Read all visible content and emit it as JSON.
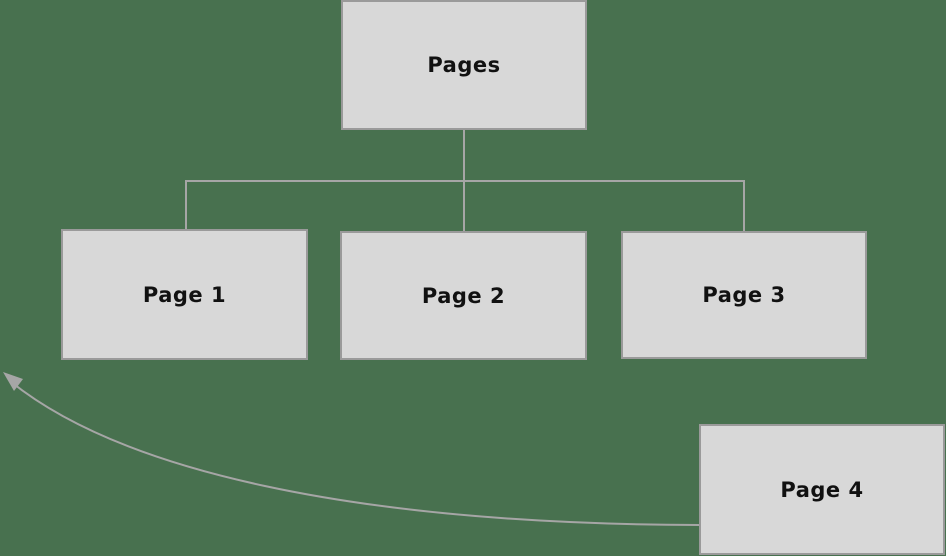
{
  "diagram": {
    "type": "hierarchy",
    "root": {
      "label": "Pages"
    },
    "children": [
      {
        "label": "Page 1"
      },
      {
        "label": "Page 2"
      },
      {
        "label": "Page 3"
      }
    ],
    "floating": {
      "label": "Page 4"
    },
    "edges": [
      {
        "from": "Pages",
        "to": "Page 1",
        "style": "elbow"
      },
      {
        "from": "Pages",
        "to": "Page 2",
        "style": "elbow"
      },
      {
        "from": "Pages",
        "to": "Page 3",
        "style": "elbow"
      },
      {
        "from": "Page 4",
        "to": "left-edge",
        "style": "curved-arrow"
      }
    ]
  },
  "colors": {
    "background": "#48714f",
    "node_fill": "#d8d8d8",
    "node_border": "#9a9a9a",
    "connector": "#a6a6a6",
    "text": "#111111"
  }
}
